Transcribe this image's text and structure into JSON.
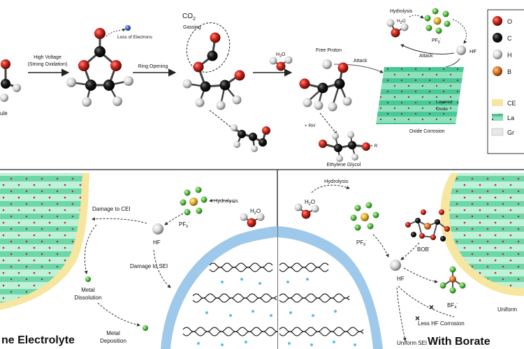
{
  "colors": {
    "oxygen": "#c81e1e",
    "carbon": "#111111",
    "hydrogen": "#e6e6e6",
    "boron": "#e0782a",
    "fluorine": "#5cc24a",
    "phosphorus": "#e6b43c",
    "cei": "#f6e6a0",
    "layered": "#48c896",
    "graphite_ring": "#222222",
    "electrolyte_blue": "#9fc9ea",
    "lithium_dot": "#5bbfe0"
  },
  "top": {
    "labels": {
      "molecule_partial": "ule",
      "high_voltage_line1": "High Voltage",
      "high_voltage_line2": "(Strong Oxidation)",
      "loss_of_electrons": "Loss of Electrons",
      "ring_opening": "Ring Opening",
      "co2": "CO",
      "co2_sub": "2",
      "gassing": "Gassing",
      "h2o_h": "H",
      "h2o_sub": "2",
      "h2o_o": "O",
      "free_proton": "Free Proton",
      "attack_1": "Attack",
      "rh_plus": "+ RH",
      "r_plus": "+ R",
      "ethylene_glycol": "Ethylene Glycol",
      "hydrolysis": "Hydrolysis",
      "pf6": "PF",
      "pf6_sub": "6",
      "pf6_sup": "-",
      "hf": "HF",
      "attack_2": "Attack",
      "layered_oxide_1": "Layered",
      "layered_oxide_2": "Oxide",
      "oxide_corrosion": "Oxide Corrosion"
    },
    "legend": [
      "O",
      "C",
      "H",
      "B",
      "CE",
      "La",
      "Gr"
    ]
  },
  "bottom_left": {
    "damage_cei": "Damage to CEI",
    "hydrolysis": "Hydrolysis",
    "h2o_h": "H",
    "h2o_sub": "2",
    "h2o_o": "O",
    "pf6": "PF",
    "pf6_sub": "6",
    "pf6_sup": "-",
    "hf": "HF",
    "damage_sei": "Damage to SEI",
    "metal_dissolution_1": "Metal",
    "metal_dissolution_2": "Dissolution",
    "metal_deposition_1": "Metal",
    "metal_deposition_2": "Deposition",
    "title": "ne Electrolyte"
  },
  "bottom_right": {
    "h2o_h": "H",
    "h2o_sub": "2",
    "h2o_o": "O",
    "hydrolysis": "Hydrolysis",
    "pf6": "PF",
    "pf6_sub": "6",
    "pf6_sup": "-",
    "bob": "BOB",
    "bob_sup": "-",
    "hf": "HF",
    "bf4": "BF",
    "bf4_sub": "4",
    "bf4_sup": "-",
    "less_hf": "Less HF Corrosion",
    "uniform_sei": "Uniform SEI",
    "uniform_right": "Uniform",
    "title": "With Borate"
  }
}
